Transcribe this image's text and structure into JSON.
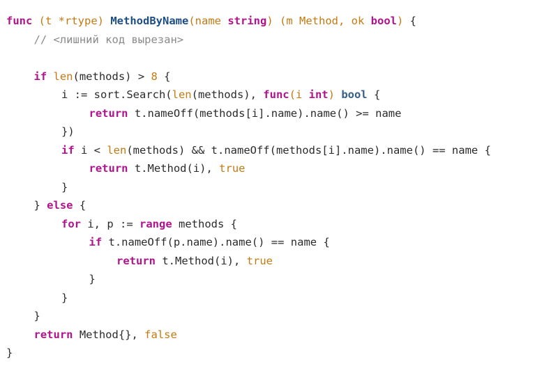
{
  "code": {
    "lines": [
      {
        "indent": 0,
        "tokens": [
          {
            "t": "func",
            "c": "kw"
          },
          {
            "t": " ",
            "c": "pl"
          },
          {
            "t": "(t *rtype)",
            "c": "or"
          },
          {
            "t": " ",
            "c": "pl"
          },
          {
            "t": "MethodByName",
            "c": "fn"
          },
          {
            "t": "(name ",
            "c": "or"
          },
          {
            "t": "string",
            "c": "kw"
          },
          {
            "t": ")",
            "c": "or"
          },
          {
            "t": " ",
            "c": "pl"
          },
          {
            "t": "(m Method, ok ",
            "c": "or"
          },
          {
            "t": "bool",
            "c": "kw"
          },
          {
            "t": ")",
            "c": "or"
          },
          {
            "t": " {",
            "c": "pl"
          }
        ]
      },
      {
        "indent": 1,
        "tokens": [
          {
            "t": "// <лишний код вырезан>",
            "c": "cm"
          }
        ]
      },
      {
        "indent": 0,
        "tokens": []
      },
      {
        "indent": 1,
        "tokens": [
          {
            "t": "if",
            "c": "kw"
          },
          {
            "t": " ",
            "c": "pl"
          },
          {
            "t": "len",
            "c": "bi"
          },
          {
            "t": "(methods) > ",
            "c": "pl"
          },
          {
            "t": "8",
            "c": "bi"
          },
          {
            "t": " {",
            "c": "pl"
          }
        ]
      },
      {
        "indent": 2,
        "tokens": [
          {
            "t": "i := sort.Search(",
            "c": "pl"
          },
          {
            "t": "len",
            "c": "bi"
          },
          {
            "t": "(methods), ",
            "c": "pl"
          },
          {
            "t": "func",
            "c": "kw"
          },
          {
            "t": "(i ",
            "c": "or"
          },
          {
            "t": "int",
            "c": "kw"
          },
          {
            "t": ")",
            "c": "or"
          },
          {
            "t": " ",
            "c": "pl"
          },
          {
            "t": "bool",
            "c": "ty"
          },
          {
            "t": " {",
            "c": "pl"
          }
        ]
      },
      {
        "indent": 3,
        "tokens": [
          {
            "t": "return",
            "c": "kw"
          },
          {
            "t": " t.nameOff(methods[i].name).name() >= name",
            "c": "pl"
          }
        ]
      },
      {
        "indent": 2,
        "tokens": [
          {
            "t": "})",
            "c": "pl"
          }
        ]
      },
      {
        "indent": 2,
        "tokens": [
          {
            "t": "if",
            "c": "kw"
          },
          {
            "t": " i < ",
            "c": "pl"
          },
          {
            "t": "len",
            "c": "bi"
          },
          {
            "t": "(methods) && t.nameOff(methods[i].name).name() == name {",
            "c": "pl"
          }
        ]
      },
      {
        "indent": 3,
        "tokens": [
          {
            "t": "return",
            "c": "kw"
          },
          {
            "t": " t.Method(i), ",
            "c": "pl"
          },
          {
            "t": "true",
            "c": "bi"
          }
        ]
      },
      {
        "indent": 2,
        "tokens": [
          {
            "t": "}",
            "c": "pl"
          }
        ]
      },
      {
        "indent": 1,
        "tokens": [
          {
            "t": "} ",
            "c": "pl"
          },
          {
            "t": "else",
            "c": "kw"
          },
          {
            "t": " {",
            "c": "pl"
          }
        ]
      },
      {
        "indent": 2,
        "tokens": [
          {
            "t": "for",
            "c": "kw"
          },
          {
            "t": " i, p := ",
            "c": "pl"
          },
          {
            "t": "range",
            "c": "kw"
          },
          {
            "t": " methods {",
            "c": "pl"
          }
        ]
      },
      {
        "indent": 3,
        "tokens": [
          {
            "t": "if",
            "c": "kw"
          },
          {
            "t": " t.nameOff(p.name).name() == name {",
            "c": "pl"
          }
        ]
      },
      {
        "indent": 4,
        "tokens": [
          {
            "t": "return",
            "c": "kw"
          },
          {
            "t": " t.Method(i), ",
            "c": "pl"
          },
          {
            "t": "true",
            "c": "bi"
          }
        ]
      },
      {
        "indent": 3,
        "tokens": [
          {
            "t": "}",
            "c": "pl"
          }
        ]
      },
      {
        "indent": 2,
        "tokens": [
          {
            "t": "}",
            "c": "pl"
          }
        ]
      },
      {
        "indent": 1,
        "tokens": [
          {
            "t": "}",
            "c": "pl"
          }
        ]
      },
      {
        "indent": 1,
        "tokens": [
          {
            "t": "return",
            "c": "kw"
          },
          {
            "t": " Method{}, ",
            "c": "pl"
          },
          {
            "t": "false",
            "c": "bi"
          }
        ]
      },
      {
        "indent": 0,
        "tokens": [
          {
            "t": "}",
            "c": "pl"
          }
        ]
      }
    ]
  }
}
